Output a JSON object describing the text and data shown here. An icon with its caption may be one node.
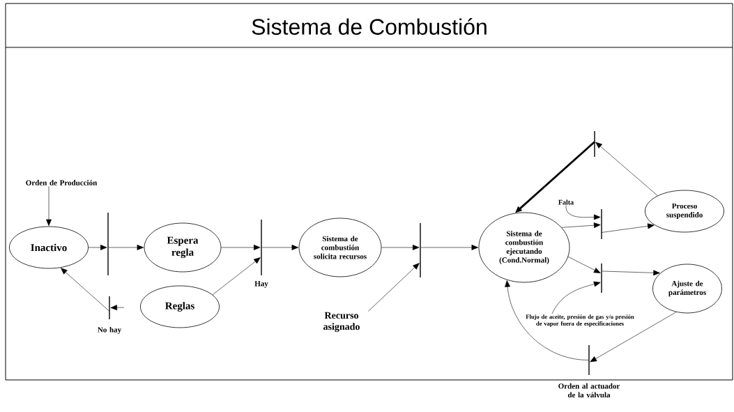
{
  "diagram": {
    "title": "Sistema de Combustión",
    "nodes": [
      {
        "text": [
          "Orden de Producción"
        ]
      },
      {
        "text": [
          "Inactivo"
        ]
      },
      {
        "text": [],
        "shape": "bar"
      },
      {
        "text": [
          "Espera regla"
        ]
      },
      {
        "text": [
          "Reglas"
        ]
      },
      {
        "text": [],
        "shape": "bar",
        "beside": [
          "Hay"
        ]
      },
      {
        "text": [],
        "shape": "bar",
        "beside": [
          "No hay"
        ]
      },
      {
        "text": [
          "Sistema de combustión solicita recursos"
        ]
      },
      {
        "text": [],
        "shape": "bar"
      },
      {
        "text": [
          "Recurso asignado"
        ]
      },
      {
        "text": [
          "Sistema de combustión ejecutando (Cond.Normal)"
        ]
      },
      {
        "text": [],
        "shape": "bar"
      },
      {
        "text": [
          "Proceso suspendido"
        ]
      },
      {
        "text": [
          "Falta"
        ]
      },
      {
        "text": [],
        "shape": "bar"
      },
      {
        "text": [],
        "shape": "bar"
      },
      {
        "text": [
          "Flujo de aceite, presión de gas y/o presión de vapor fuera de especificaciones"
        ]
      },
      {
        "text": [
          "Ajuste de parámetros"
        ]
      },
      {
        "text": [],
        "shape": "bar",
        "beside": [
          "Orden al actuador de la válvula"
        ]
      }
    ],
    "edges": [
      {
        "from": 0,
        "to": 1,
        "arrow": "to"
      },
      {
        "from": 1,
        "to": 2,
        "arrow": "to"
      },
      {
        "from": 2,
        "to": 3,
        "arrow": "to"
      },
      {
        "from": 3,
        "to": 5,
        "arrow": "to"
      },
      {
        "from": 4,
        "to": 5,
        "arrow": "to"
      },
      {
        "from": 5,
        "to": 7,
        "arrow": "to"
      },
      {
        "from": null,
        "to": 6,
        "arrow": "to"
      },
      {
        "from": 6,
        "to": 1,
        "arrow": "to"
      },
      {
        "from": 7,
        "to": 8,
        "arrow": "to"
      },
      {
        "from": 9,
        "to": 8,
        "arrow": "to"
      },
      {
        "from": 8,
        "to": 10,
        "arrow": "to"
      },
      {
        "from": 12,
        "to": 11,
        "arrow": "to"
      },
      {
        "from": 11,
        "to": 10,
        "arrow": "to",
        "style": "thick"
      },
      {
        "from": 10,
        "to": 14,
        "arrow": "to"
      },
      {
        "from": 13,
        "to": 14,
        "arrow": "to"
      },
      {
        "from": 14,
        "to": 12,
        "arrow": "to"
      },
      {
        "from": 10,
        "to": 15,
        "arrow": "to"
      },
      {
        "from": 16,
        "to": 15,
        "arrow": "to"
      },
      {
        "from": 15,
        "to": 17,
        "arrow": "to"
      },
      {
        "from": 17,
        "to": 18,
        "arrow": "to"
      },
      {
        "from": 18,
        "to": 10,
        "arrow": "to"
      }
    ]
  }
}
